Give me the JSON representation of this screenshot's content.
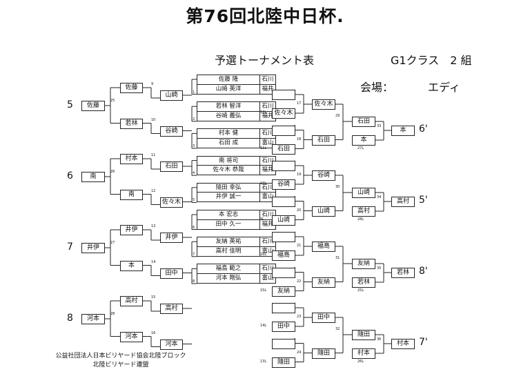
{
  "title": "第76回北陸中日杯.",
  "subtitle": "予選トーナメント表",
  "class_label": "G1クラス　2 組",
  "venue_label": "会場：",
  "venue": "エディ",
  "footer": [
    "公益社団法人日本ビリヤード協会北陸ブロック",
    "北陸ビリヤード連盟"
  ],
  "center_table": [
    {
      "name": "佐藤 隆",
      "pref": "石川",
      "num": "1"
    },
    {
      "name": "山崎 英洋",
      "pref": "福井",
      "num": ""
    },
    {
      "name": "若林 智洋",
      "pref": "石川",
      "num": "12L"
    },
    {
      "name": "谷崎 義弘",
      "pref": "福井",
      "num": "2"
    },
    {
      "name": "村本 健",
      "pref": "石川",
      "num": "11L"
    },
    {
      "name": "石田 成",
      "pref": "富山",
      "num": "3"
    },
    {
      "name": "南 将司",
      "pref": "石川",
      "num": "10L"
    },
    {
      "name": "佐々木 恭哉",
      "pref": "福井",
      "num": "4"
    },
    {
      "name": "隨田 幸弘",
      "pref": "石川",
      "num": "9L"
    },
    {
      "name": "井伊 誠一",
      "pref": "富山",
      "num": "5"
    },
    {
      "name": "本 宏志",
      "pref": "石川",
      "num": "16L"
    },
    {
      "name": "田中 久一",
      "pref": "福井",
      "num": "6"
    },
    {
      "name": "友納 英祐",
      "pref": "石川",
      "num": "15L"
    },
    {
      "name": "高村 佳明",
      "pref": "富山",
      "num": "7"
    },
    {
      "name": "福島 範之",
      "pref": "石川",
      "num": "14L"
    },
    {
      "name": "河本 剛弘",
      "pref": "富山",
      "num": "8"
    }
  ],
  "left_r1": [
    {
      "name": "山崎",
      "num": "9"
    },
    {
      "name": "谷崎",
      "num": "10"
    },
    {
      "name": "石田",
      "num": "11"
    },
    {
      "name": "佐々木",
      "num": "12"
    },
    {
      "name": "井伊",
      "num": "13"
    },
    {
      "name": "田中",
      "num": "14"
    },
    {
      "name": "高村",
      "num": "15"
    },
    {
      "name": "河本",
      "num": "16"
    }
  ],
  "left_r2": [
    {
      "name": "佐藤",
      "num": ""
    },
    {
      "name": "若林",
      "num": ""
    },
    {
      "name": "村本",
      "num": ""
    },
    {
      "name": "南",
      "num": ""
    },
    {
      "name": "井伊",
      "num": ""
    },
    {
      "name": "本",
      "num": ""
    },
    {
      "name": "高村",
      "num": ""
    },
    {
      "name": "河本",
      "num": ""
    }
  ],
  "left_r3": [
    {
      "seed": "5",
      "name": "佐藤",
      "num": "25"
    },
    {
      "seed": "6",
      "name": "南",
      "num": "26"
    },
    {
      "seed": "7",
      "name": "井伊",
      "num": "27"
    },
    {
      "seed": "8",
      "name": "河本",
      "num": "28"
    }
  ],
  "right_r1": [
    {
      "name": "佐々木",
      "num": "12L"
    },
    {
      "name": "石田",
      "num": "11L"
    },
    {
      "name": "谷崎",
      "num": "10L"
    },
    {
      "name": "山崎",
      "num": "9L"
    },
    {
      "name": "福島",
      "num": "16L"
    },
    {
      "name": "友納",
      "num": "15L"
    },
    {
      "name": "田中",
      "num": "14L"
    },
    {
      "name": "隨田",
      "num": "13L"
    }
  ],
  "right_r1_nums": [
    "17",
    "18",
    "19",
    "20",
    "21",
    "22",
    "23",
    "24"
  ],
  "right_r2": [
    {
      "name": "佐々木"
    },
    {
      "name": "石田"
    },
    {
      "name": "谷崎"
    },
    {
      "name": "山崎"
    },
    {
      "name": "福島"
    },
    {
      "name": "友納"
    },
    {
      "name": "田中"
    },
    {
      "name": "隨田"
    }
  ],
  "right_r2_nums": [
    "29",
    "30",
    "31",
    "32"
  ],
  "right_r3": [
    {
      "top": "石田",
      "bottom": "本",
      "loss": "27L",
      "num": "33",
      "winner": "本",
      "seed": "6'"
    },
    {
      "top": "山崎",
      "bottom": "高村",
      "loss": "28L",
      "num": "34",
      "winner": "高村",
      "seed": "5'"
    },
    {
      "top": "友納",
      "bottom": "若林",
      "loss": "25L",
      "num": "35",
      "winner": "若林",
      "seed": "8'"
    },
    {
      "top": "隨田",
      "bottom": "村本",
      "loss": "26L",
      "num": "36",
      "winner": "村本",
      "seed": "7'"
    }
  ]
}
